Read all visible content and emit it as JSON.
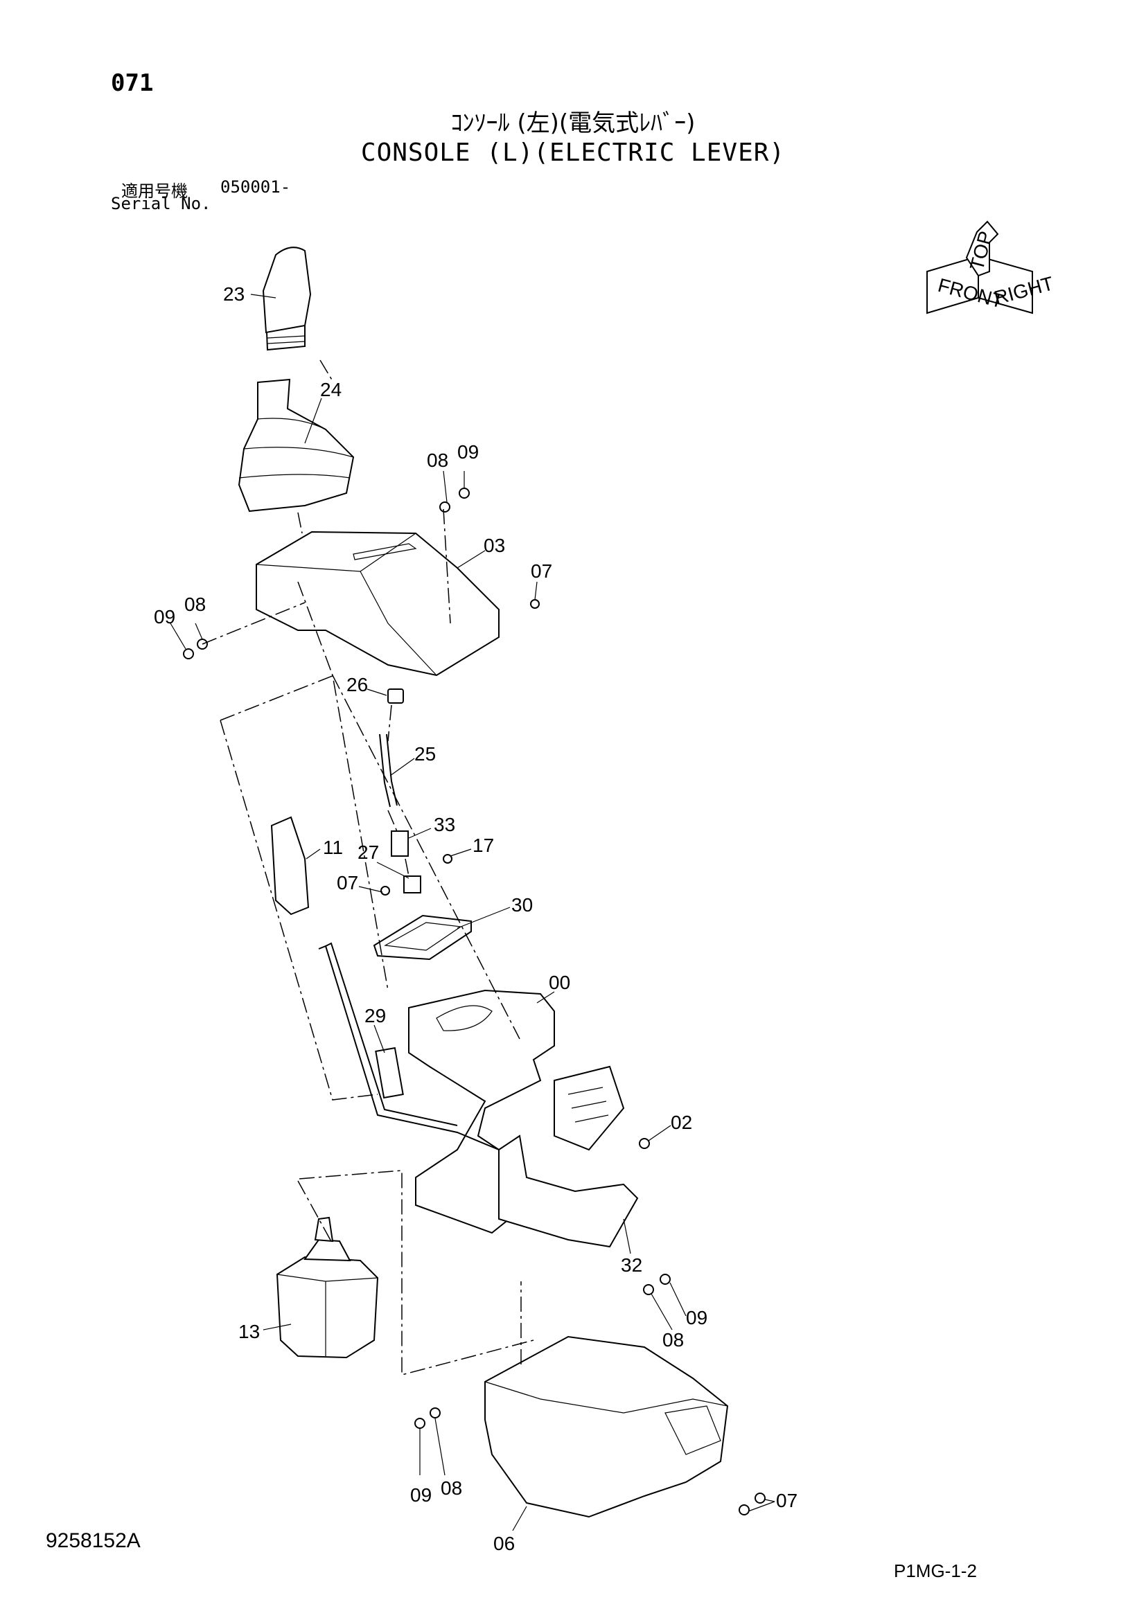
{
  "header": {
    "page_number": "071",
    "title_jp": "ｺﾝｿｰﾙ (左)(電気式ﾚﾊﾞｰ)",
    "title_en": "CONSOLE (L)(ELECTRIC LEVER)",
    "serial_label_jp": "適用号機",
    "serial_value": "050001-",
    "serial_label_en": "Serial No."
  },
  "orientation_icon": {
    "labels": [
      "TOP",
      "FRONT",
      "RIGHT"
    ]
  },
  "parts": [
    "23",
    "24",
    "08",
    "09",
    "03",
    "07",
    "09",
    "08",
    "26",
    "25",
    "11",
    "33",
    "27",
    "17",
    "07",
    "30",
    "00",
    "29",
    "02",
    "32",
    "13",
    "09",
    "08",
    "09",
    "08",
    "06",
    "07"
  ],
  "footer": {
    "drawing_number": "9258152A",
    "page_code": "P1MG-1-2"
  }
}
